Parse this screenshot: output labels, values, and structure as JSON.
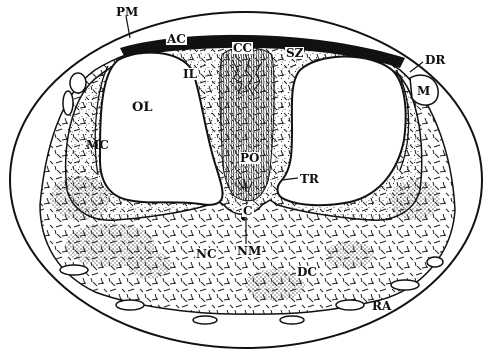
{
  "figure": {
    "labels": {
      "pm": "PM",
      "ac": "AC",
      "cc": "CC",
      "sz": "SZ",
      "dr": "DR",
      "il": "IL",
      "ol": "OL",
      "m": "M",
      "mc": "MC",
      "po": "PO",
      "tr": "TR",
      "c": "C",
      "nc": "NC",
      "nm": "NM",
      "dc": "DC",
      "ra": "RA"
    },
    "colors": {
      "ink": "#111111",
      "paper": "#ffffff",
      "stipple": "#333333"
    }
  }
}
